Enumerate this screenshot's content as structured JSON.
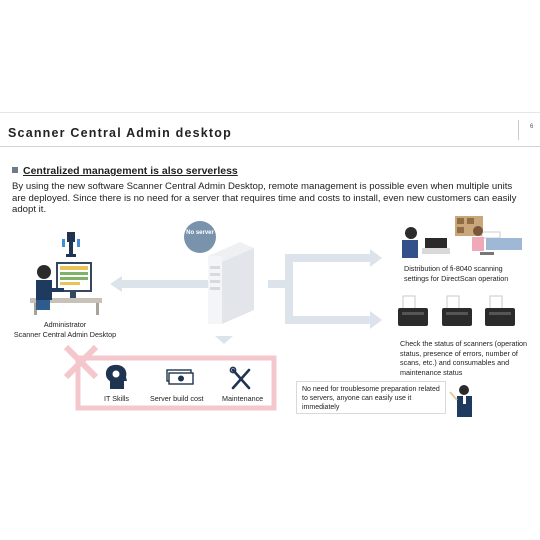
{
  "header": {
    "title": "Scanner Central Admin desktop",
    "page_number": "6"
  },
  "section": {
    "heading": "Centralized management is also serverless",
    "body": "By using the new software Scanner Central Admin Desktop, remote management is possible even when multiple units are deployed. Since there is no need for a server that requires time and costs to install, even new customers can easily adopt it."
  },
  "diagram": {
    "no_server_badge": "No server",
    "admin_caption_1": "Administrator",
    "admin_caption_2": "Scanner Central Admin Desktop",
    "distribution_caption": "Distribution of fi-8040 scanning settings for DirectScan operation",
    "status_caption": "Check the status of scanners (operation status, presence of errors, number of scans, etc.) and consumables and maintenance status",
    "needs": [
      {
        "label": "IT Skills",
        "icon": "head-gear-icon"
      },
      {
        "label": "Server build cost",
        "icon": "money-icon"
      },
      {
        "label": "Maintenance",
        "icon": "tools-icon"
      }
    ],
    "callout": "No need for troublesome preparation related to servers, anyone can easily use it immediately"
  },
  "colors": {
    "accent_arrow": "#dce3ea",
    "pink_frame": "#f4c7cc",
    "badge": "#7a93ac",
    "icon_navy": "#1f3450"
  }
}
